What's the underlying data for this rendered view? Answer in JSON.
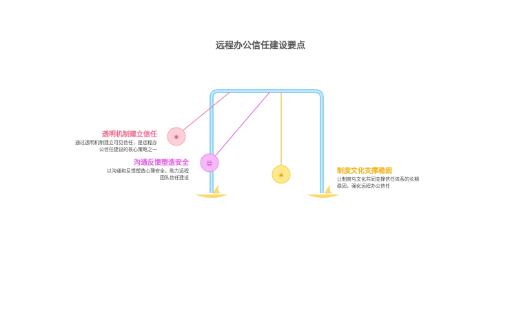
{
  "title": "远程办公信任建设要点",
  "items": [
    {
      "heading": "透明机制建立信任",
      "desc_line1": "通过透明机制建立可见信任，是远程办",
      "desc_line2": "公信任建设的核心策略之一",
      "color": "#f06a8c",
      "icon": "sparkle-icon"
    },
    {
      "heading": "沟通反馈塑造安全",
      "desc_line1": "以沟通和反馈塑造心理安全，助力远程",
      "desc_line2": "团队信任建设",
      "color": "#e05ae6",
      "icon": "brain-icon"
    },
    {
      "heading": "制度文化支撑稳固",
      "desc_line1": "让制度与文化共同支撑信任体系的长期",
      "desc_line2": "稳固，强化远程办公信任",
      "color": "#f5b014",
      "icon": "lotus-icon"
    }
  ]
}
